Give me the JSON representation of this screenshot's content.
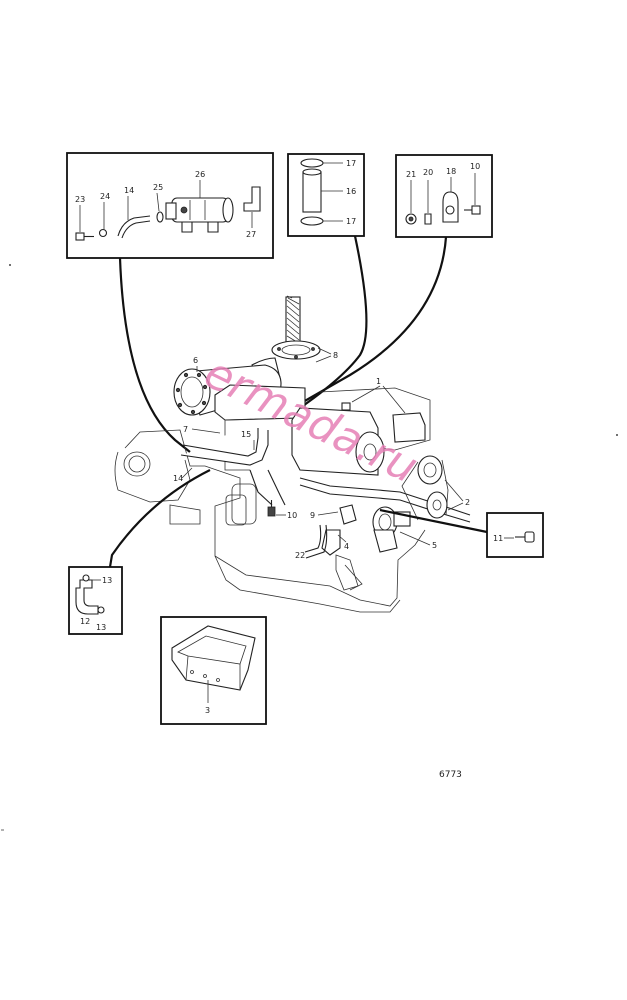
{
  "figure_number": "6773",
  "watermark": "ermada.ru",
  "callouts": {
    "n1": "1",
    "n2": "2",
    "n3": "3",
    "n4": "4",
    "n5": "5",
    "n6": "6",
    "n7": "7",
    "n8": "8",
    "n9": "9",
    "n10": "10",
    "n11": "11",
    "n12": "12",
    "n13": "13",
    "n14": "14",
    "n15": "15",
    "n16": "16",
    "n17": "17",
    "n18": "18",
    "n20": "20",
    "n21": "21",
    "n22": "22",
    "n23": "23",
    "n24": "24",
    "n25": "25",
    "n26": "26",
    "n27": "27"
  }
}
